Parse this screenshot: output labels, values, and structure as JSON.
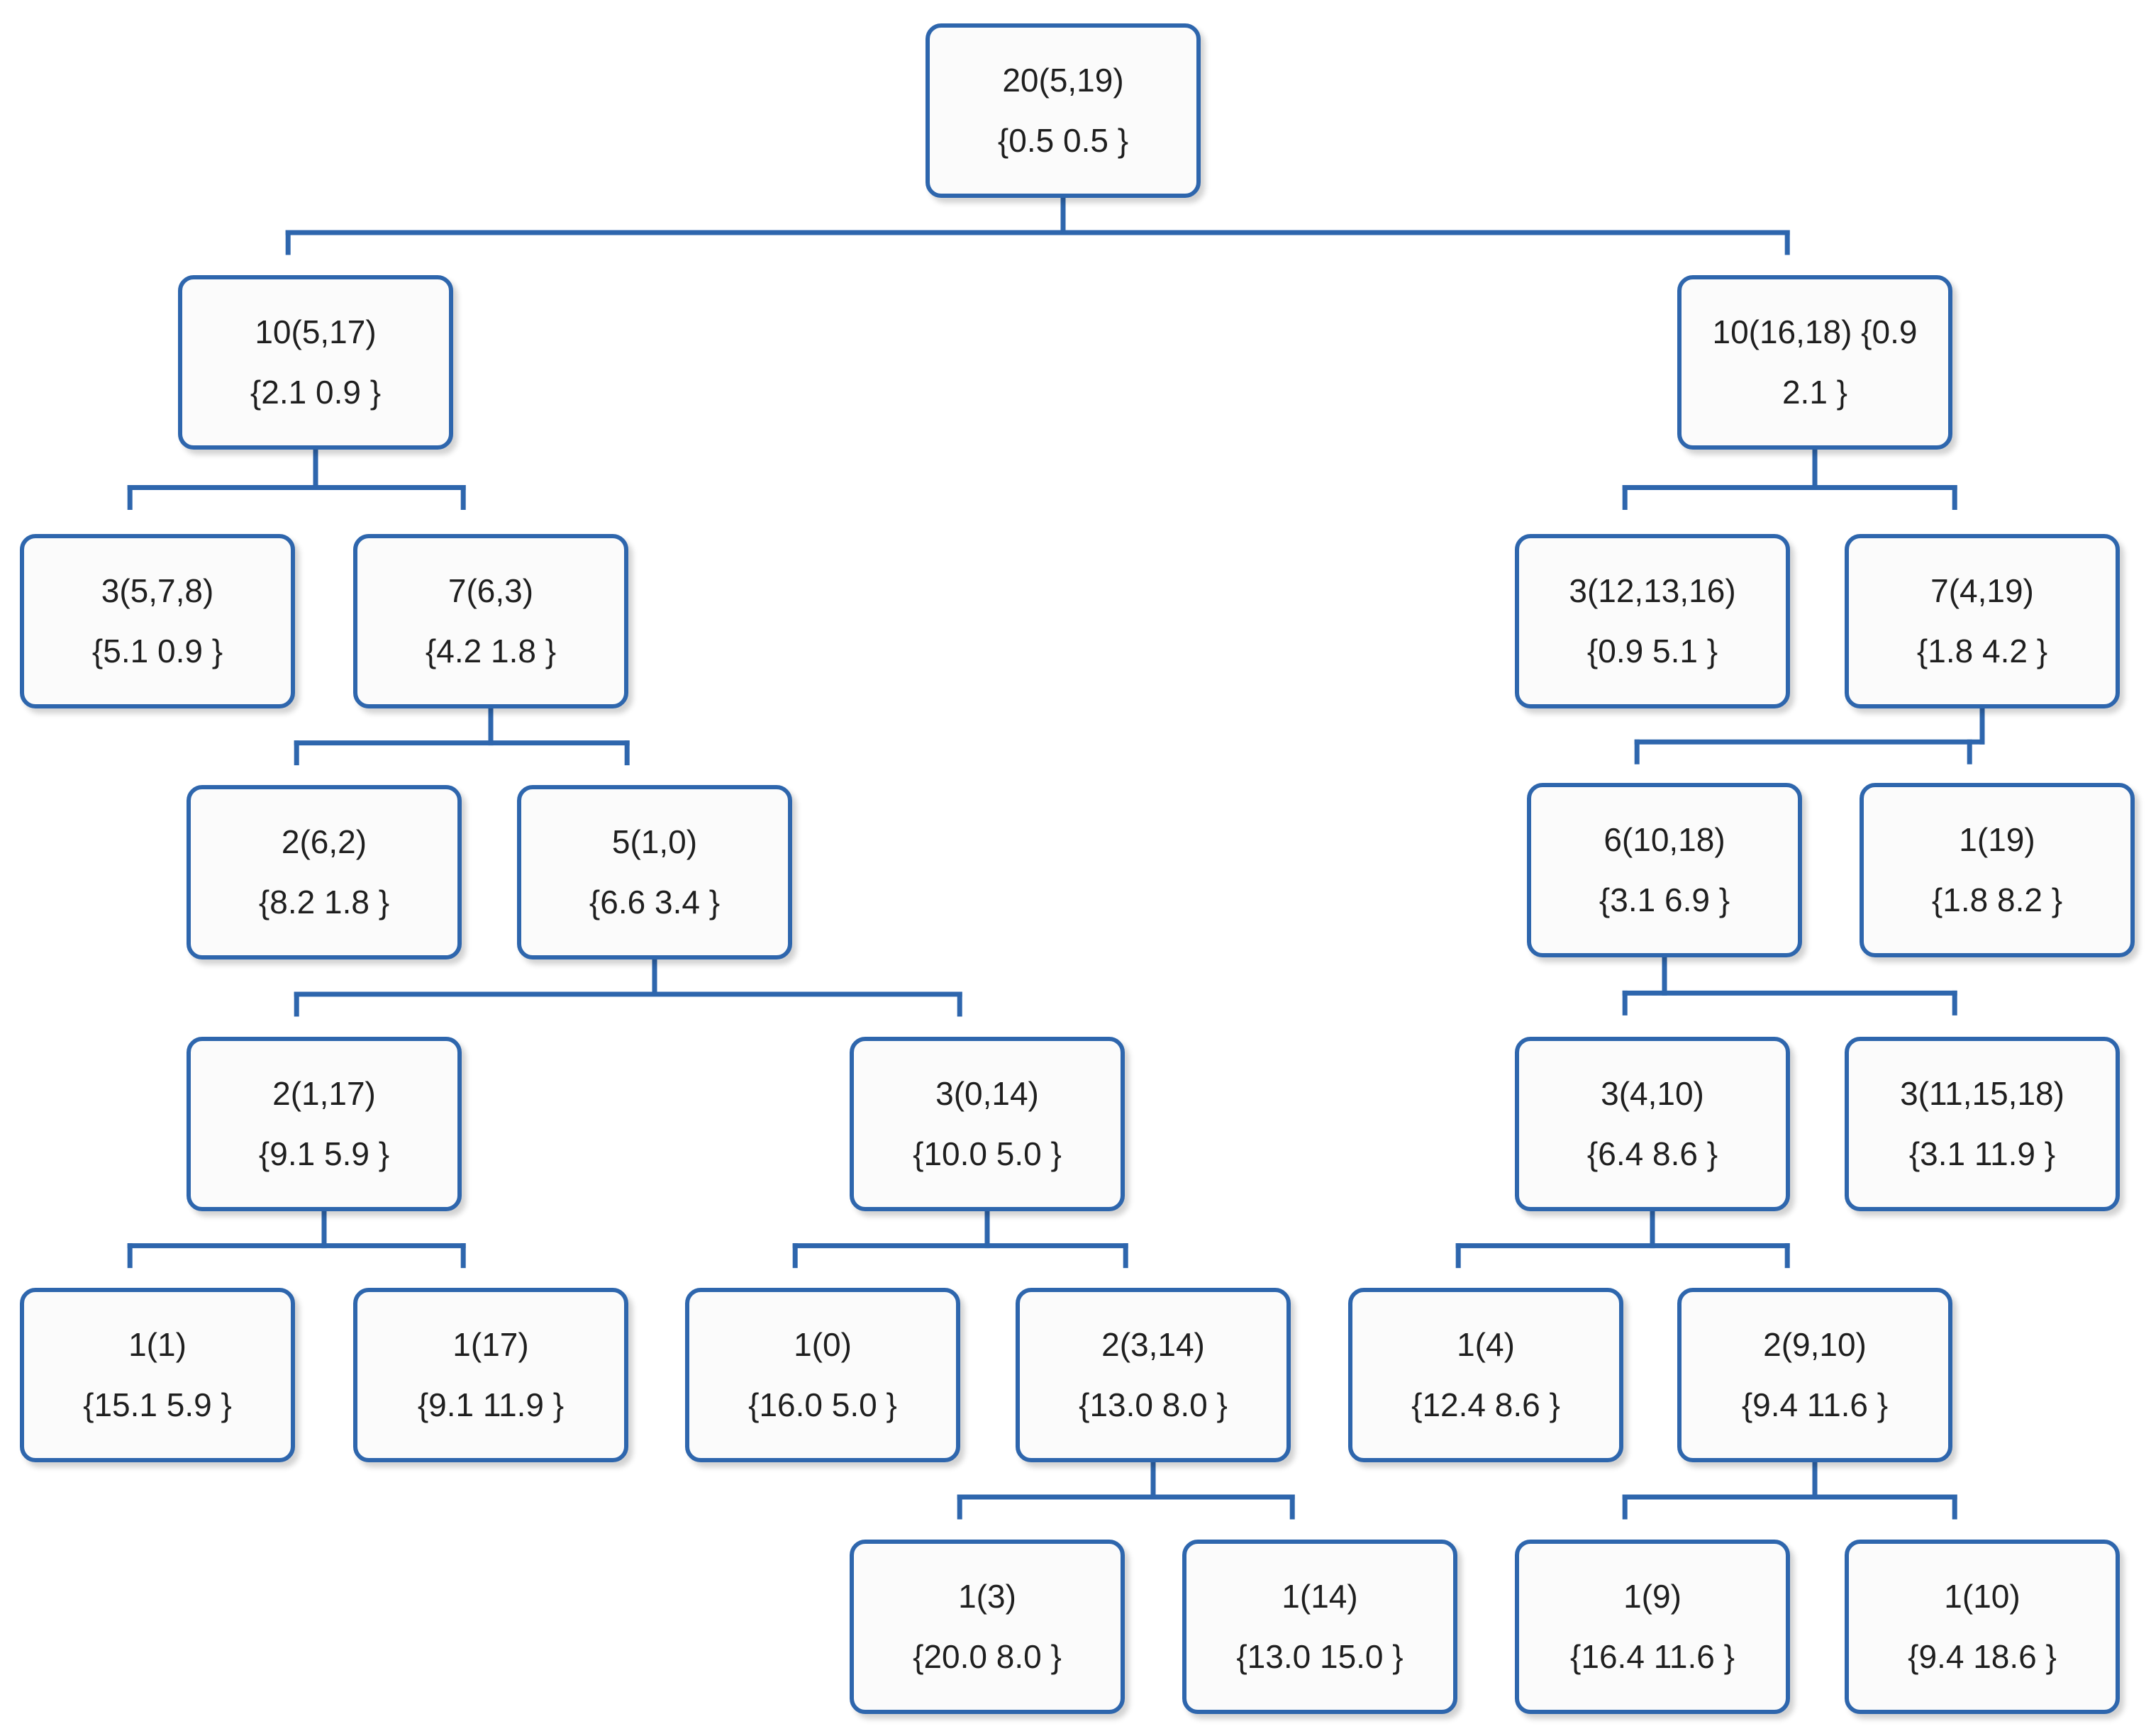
{
  "nodes": [
    {
      "id": "n0",
      "label": "20(5,19)",
      "value": "{0.5 0.5 }"
    },
    {
      "id": "n1",
      "label": "10(5,17)",
      "value": "{2.1 0.9 }"
    },
    {
      "id": "n2",
      "label": "10(16,18) {0.9",
      "value": "2.1 }"
    },
    {
      "id": "n3",
      "label": "3(5,7,8)",
      "value": "{5.1 0.9 }"
    },
    {
      "id": "n4",
      "label": "7(6,3)",
      "value": "{4.2 1.8 }"
    },
    {
      "id": "n5",
      "label": "3(12,13,16)",
      "value": "{0.9 5.1 }"
    },
    {
      "id": "n6",
      "label": "7(4,19)",
      "value": "{1.8 4.2 }"
    },
    {
      "id": "n7",
      "label": "2(6,2)",
      "value": "{8.2 1.8 }"
    },
    {
      "id": "n8",
      "label": "5(1,0)",
      "value": "{6.6 3.4 }"
    },
    {
      "id": "n9",
      "label": "6(10,18)",
      "value": "{3.1 6.9 }"
    },
    {
      "id": "n10",
      "label": "1(19)",
      "value": "{1.8 8.2 }"
    },
    {
      "id": "n11",
      "label": "2(1,17)",
      "value": "{9.1 5.9 }"
    },
    {
      "id": "n12",
      "label": "3(0,14)",
      "value": "{10.0 5.0 }"
    },
    {
      "id": "n13",
      "label": "3(4,10)",
      "value": "{6.4 8.6 }"
    },
    {
      "id": "n14",
      "label": "3(11,15,18)",
      "value": "{3.1 11.9 }"
    },
    {
      "id": "n15",
      "label": "1(1)",
      "value": "{15.1 5.9 }"
    },
    {
      "id": "n16",
      "label": "1(17)",
      "value": "{9.1 11.9 }"
    },
    {
      "id": "n17",
      "label": "1(0)",
      "value": "{16.0 5.0 }"
    },
    {
      "id": "n18",
      "label": "2(3,14)",
      "value": "{13.0 8.0 }"
    },
    {
      "id": "n19",
      "label": "1(4)",
      "value": "{12.4 8.6 }"
    },
    {
      "id": "n20",
      "label": "2(9,10)",
      "value": "{9.4 11.6 }"
    },
    {
      "id": "n21",
      "label": "1(3)",
      "value": "{20.0 8.0 }"
    },
    {
      "id": "n22",
      "label": "1(14)",
      "value": "{13.0 15.0 }"
    },
    {
      "id": "n23",
      "label": "1(9)",
      "value": "{16.4 11.6 }"
    },
    {
      "id": "n24",
      "label": "1(10)",
      "value": "{9.4 18.6 }"
    }
  ],
  "edges": [
    {
      "from": "n0",
      "to": [
        "n1",
        "n2"
      ]
    },
    {
      "from": "n1",
      "to": [
        "n3",
        "n4"
      ]
    },
    {
      "from": "n2",
      "to": [
        "n5",
        "n6"
      ]
    },
    {
      "from": "n4",
      "to": [
        "n7",
        "n8"
      ]
    },
    {
      "from": "n6",
      "to": [
        "n9",
        "n10"
      ]
    },
    {
      "from": "n8",
      "to": [
        "n11",
        "n12"
      ]
    },
    {
      "from": "n9",
      "to": [
        "n13",
        "n14"
      ]
    },
    {
      "from": "n11",
      "to": [
        "n15",
        "n16"
      ]
    },
    {
      "from": "n12",
      "to": [
        "n17",
        "n18"
      ]
    },
    {
      "from": "n13",
      "to": [
        "n19",
        "n20"
      ]
    },
    {
      "from": "n18",
      "to": [
        "n21",
        "n22"
      ]
    },
    {
      "from": "n20",
      "to": [
        "n23",
        "n24"
      ]
    }
  ],
  "colors": {
    "line": "#2e66ad",
    "box_border": "#2e66ad",
    "box_fill": "#fbfbfb",
    "text": "#1f1f1f"
  }
}
